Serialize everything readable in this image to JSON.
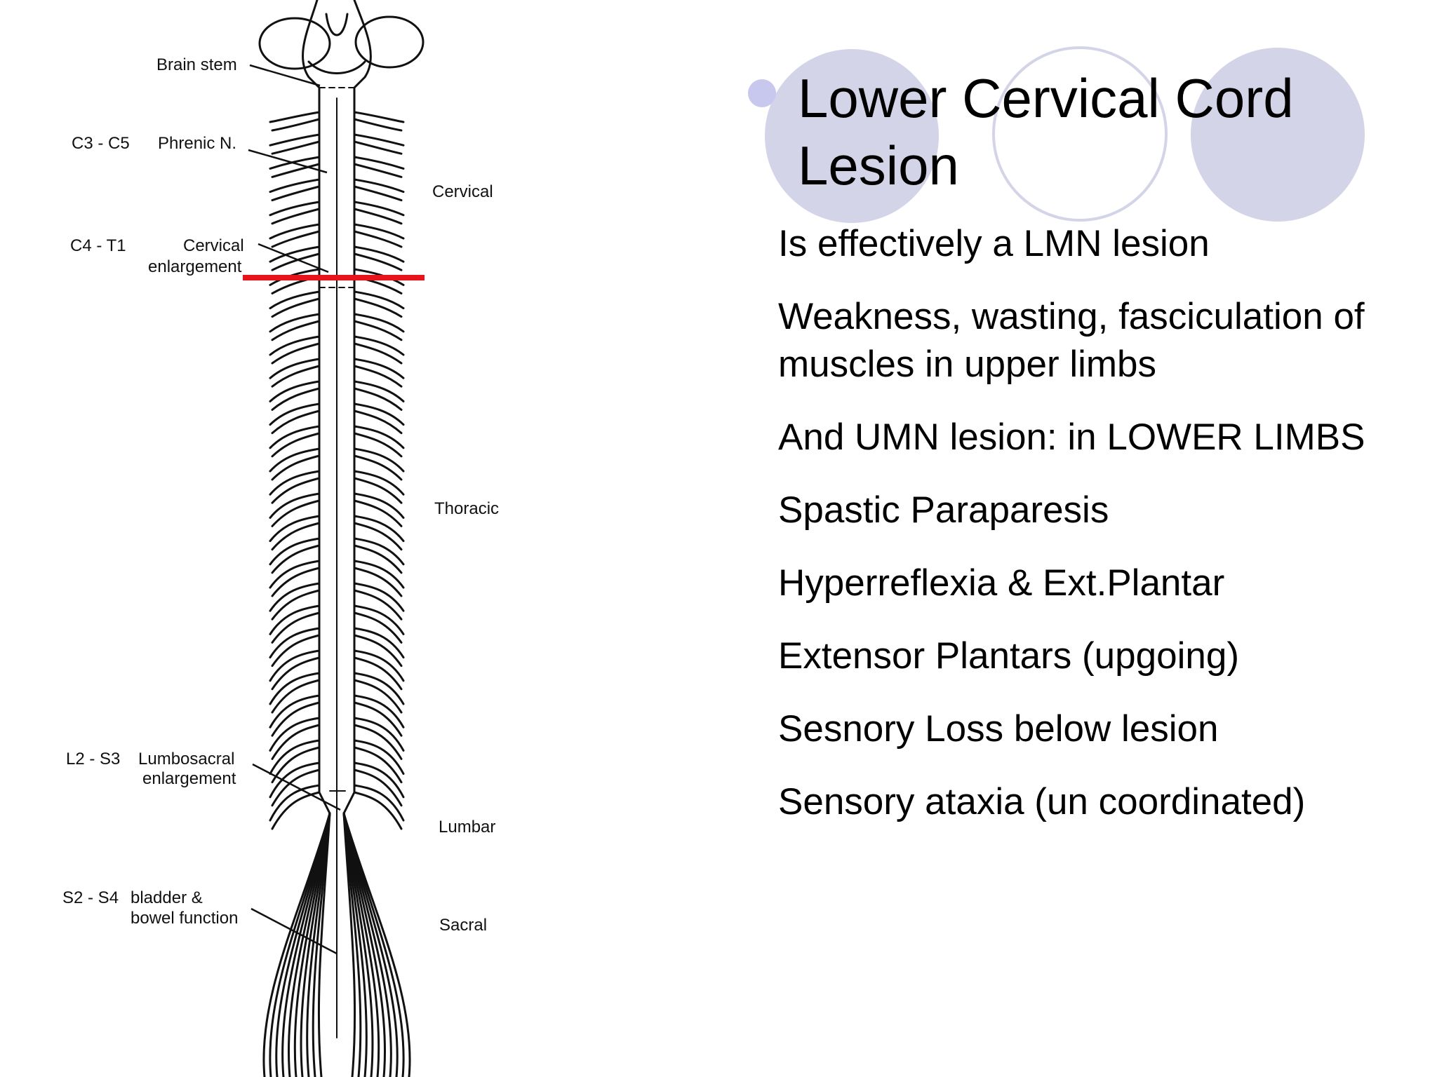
{
  "slide": {
    "title": "Lower Cervical Cord Lesion",
    "points": [
      "Is effectively a LMN lesion",
      "Weakness, wasting, fasciculation of muscles in upper limbs",
      "And UMN lesion: in LOWER LIMBS",
      "Spastic Paraparesis",
      "Hyperreflexia & Ext.Plantar",
      "Extensor Plantars (upgoing)",
      "Sesnory Loss below lesion",
      "Sensory ataxia (un coordinated)"
    ],
    "accent_color": "#d4d4e8",
    "bullet_color": "#c8c8ee"
  },
  "diagram": {
    "labels": {
      "brain_stem": "Brain stem",
      "c3_c5": "C3 - C5",
      "phrenic": "Phrenic N.",
      "c4_t1": "C4 - T1",
      "cervical_enlargement_1": "Cervical",
      "cervical_enlargement_2": "enlargement",
      "cervical": "Cervical",
      "thoracic": "Thoracic",
      "l2_s3": "L2 - S3",
      "lumbosacral_1": "Lumbosacral",
      "lumbosacral_2": "enlargement",
      "lumbar": "Lumbar",
      "s2_s4": "S2 - S4",
      "bladder_1": "bladder &",
      "bladder_2": "bowel function",
      "sacral": "Sacral"
    },
    "lesion_line_color": "#e8141c"
  }
}
